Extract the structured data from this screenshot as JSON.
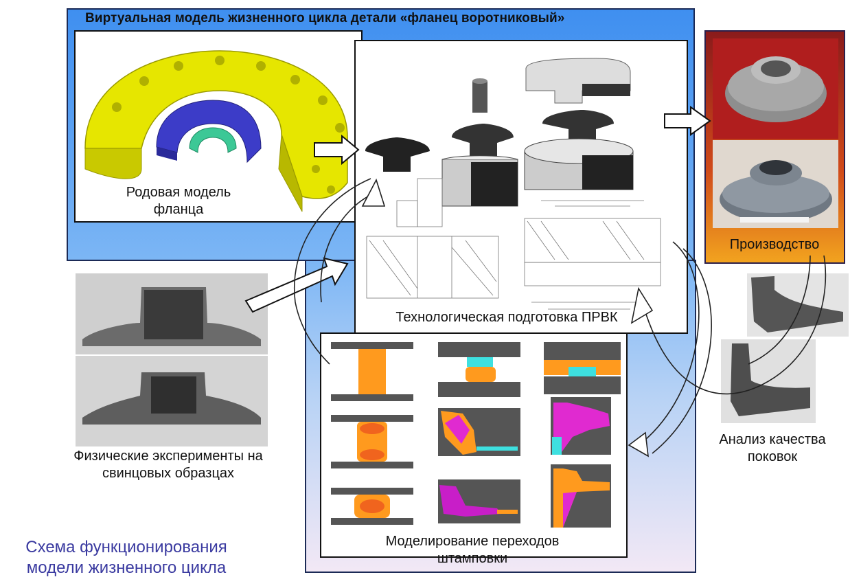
{
  "title": "Виртуальная модель жизненного цикла детали «фланец воротниковый»",
  "blocks": {
    "generic_model": "Родовая модель фланца",
    "tech_prep": "Технологическая подготовка ПРВК",
    "production": "Производство",
    "physical_experiments": "Физические эксперименты на свинцовых образцах",
    "forging_quality": "Анализ качества поковок",
    "stamping_modeling": "Моделирование переходов штамповки"
  },
  "scheme_caption": "Схема функционирования модели жизненного цикла",
  "colors": {
    "panel_blue": "#4f98f1",
    "flange_yellow": "#e6e600",
    "flange_blue": "#3c3cc8",
    "flange_green": "#3cc896",
    "sim_orange": "#ff9a1e",
    "sim_cyan": "#3ee0e0",
    "sim_magenta": "#e02ad0",
    "caption_text": "#3a3aa0"
  }
}
